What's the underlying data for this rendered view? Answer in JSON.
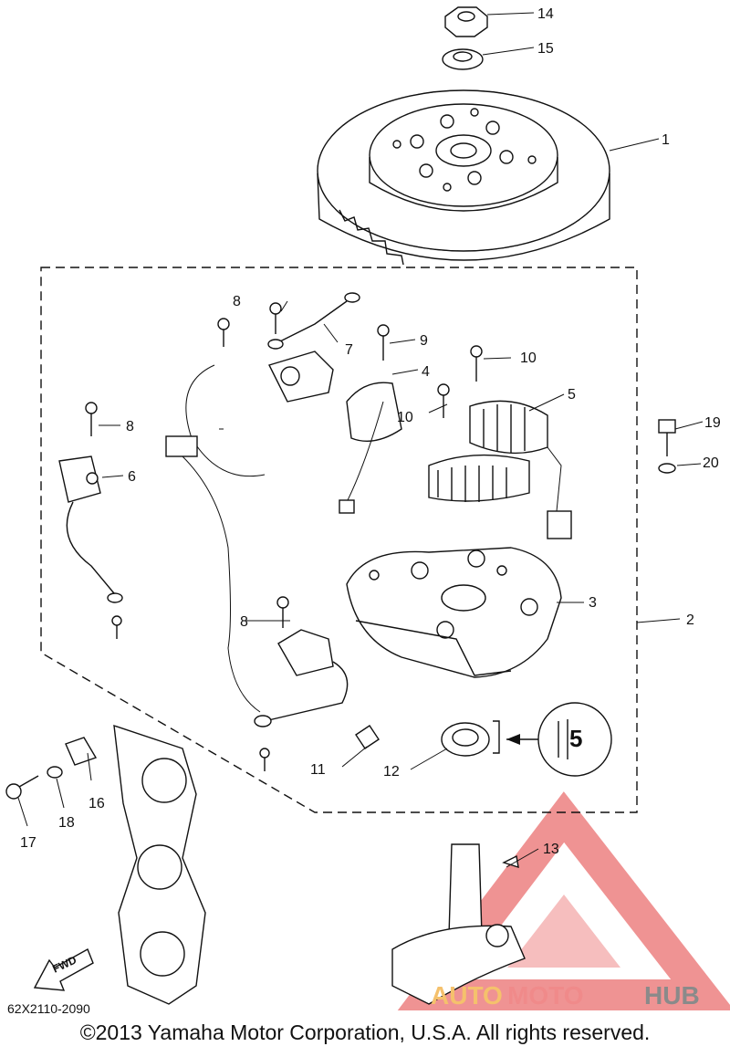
{
  "callouts": {
    "c1": "1",
    "c2": "2",
    "c3": "3",
    "c4": "4",
    "c5": "5",
    "c6": "6",
    "c7": "7",
    "c8a": "8",
    "c8b": "8",
    "c8c": "8",
    "c9": "9",
    "c10a": "10",
    "c10b": "10",
    "c11": "11",
    "c12": "12",
    "c13": "13",
    "c14": "14",
    "c15": "15",
    "c16": "16",
    "c17": "17",
    "c18": "18",
    "c19": "19",
    "c20": "20"
  },
  "diagram_code": "62X2110-2090",
  "fwd_label": "FWD",
  "copyright": "©2013 Yamaha Motor Corporation, U.S.A. All rights reserved.",
  "watermark": {
    "part1": "AUTO",
    "part2": "MOTO",
    "part3": "HUB",
    "colors": {
      "auto": "#f5c16c",
      "moto": "#f08a8a",
      "hub": "#8a8a8a",
      "triangle": "#e23b3b"
    }
  },
  "icons": [
    "lock-washer-icon",
    "nut-icon",
    "flywheel-icon"
  ]
}
